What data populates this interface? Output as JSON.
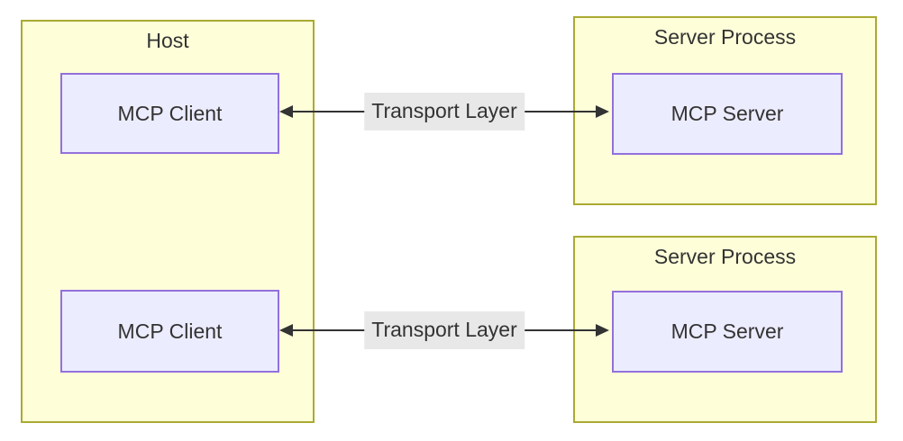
{
  "host": {
    "title": "Host",
    "clients": [
      {
        "label": "MCP Client"
      },
      {
        "label": "MCP Client"
      }
    ]
  },
  "server_processes": [
    {
      "title": "Server Process",
      "server": {
        "label": "MCP Server"
      }
    },
    {
      "title": "Server Process",
      "server": {
        "label": "MCP Server"
      }
    }
  ],
  "connections": [
    {
      "label": "Transport Layer",
      "from": "MCP Client",
      "to": "MCP Server",
      "bidirectional": true
    },
    {
      "label": "Transport Layer",
      "from": "MCP Client",
      "to": "MCP Server",
      "bidirectional": true
    }
  ],
  "colors": {
    "background": "#ffffff",
    "process_fill": "#feffd9",
    "process_border": "#aaaa33",
    "node_fill": "#ececff",
    "node_border": "#9370db",
    "edge": "#333333",
    "edge_label_bg": "#e8e8e8",
    "text": "#333333"
  }
}
